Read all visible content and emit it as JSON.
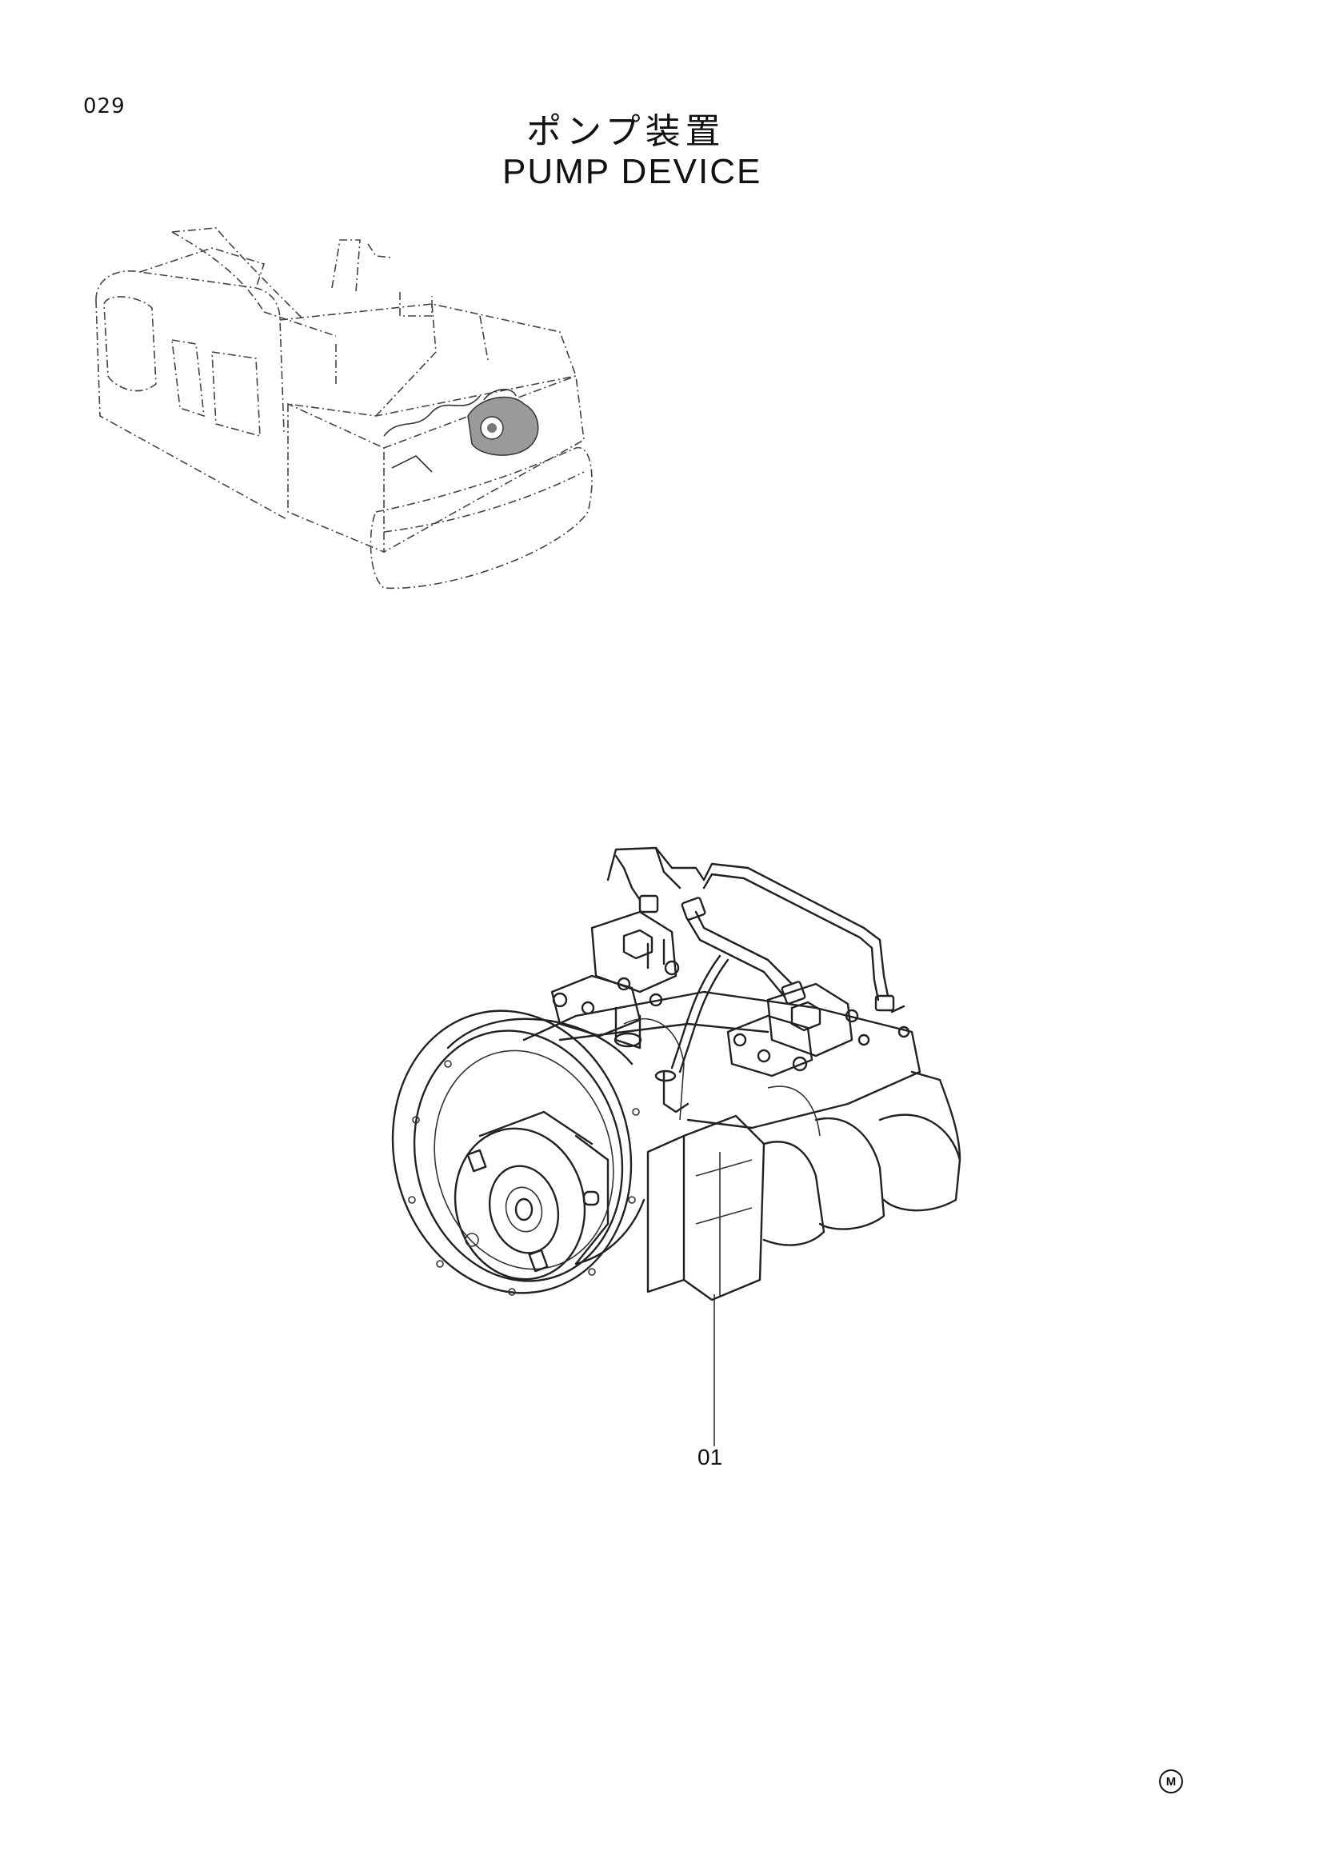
{
  "page": {
    "number": "029"
  },
  "title": {
    "japanese": "ポンプ装置",
    "english": "PUMP DEVICE"
  },
  "callouts": [
    {
      "label": "01"
    }
  ],
  "mark": {
    "text": "M"
  },
  "icons": {
    "location_view": "excavator-location-icon",
    "exploded_view": "pump-assembly-icon"
  }
}
